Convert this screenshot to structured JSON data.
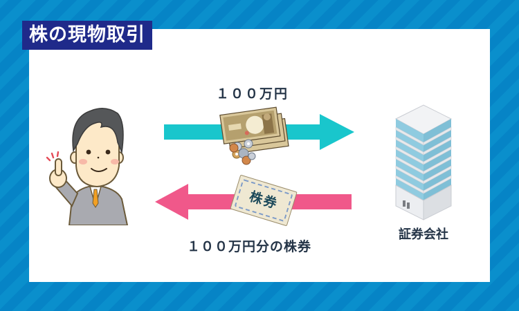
{
  "title": "株の現物取引",
  "colors": {
    "background_stripe_a": "#0a8fcc",
    "background_stripe_b": "#0684c6",
    "panel": "#ffffff",
    "title_bg": "#1f2a8a",
    "title_text": "#ffffff",
    "arrow_to_company": "#19c6cc",
    "arrow_to_investor": "#f0588a",
    "label_text": "#243447"
  },
  "diagram": {
    "investor": {
      "icon": "businessman-pointing-icon"
    },
    "company": {
      "label": "証券会社",
      "icon": "office-building-icon"
    },
    "flow_top": {
      "label": "１００万円",
      "direction": "investor-to-company",
      "icon": "yen-bills-and-coins-icon"
    },
    "flow_bottom": {
      "label": "１００万円分の株券",
      "direction": "company-to-investor",
      "icon": "stock-certificate-icon",
      "certificate_text": "株券"
    }
  }
}
